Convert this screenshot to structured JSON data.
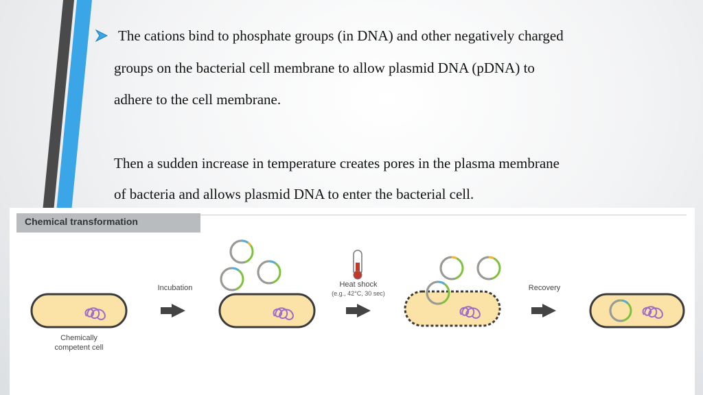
{
  "slide": {
    "bullet_symbol": "arrow-bullet-icon",
    "line1": "The cations bind to phosphate groups (in DNA) and other negatively charged",
    "line2": "groups on the bacterial cell membrane to allow plasmid DNA (pDNA) to",
    "line3": "adhere to the cell membrane.",
    "line4": "Then a sudden increase in temperature creates pores in the plasma membrane",
    "line5": "of bacteria and allows plasmid DNA to enter the bacterial cell."
  },
  "figure": {
    "title": "Chemical transformation",
    "steps": {
      "cell_label_1": "Chemically",
      "cell_label_2": "competent cell",
      "incubation": "Incubation",
      "heat_shock": "Heat shock",
      "heat_shock_detail": "(e.g., 42°C, 30 sec)",
      "recovery": "Recovery"
    }
  },
  "colors": {
    "stripe_dark": "#4a4a4a",
    "stripe_blue": "#3aa6e8",
    "cell_fill": "#fbe3a8",
    "cell_stroke": "#3a3a3a",
    "plasmid_dna": "#9b6bc9",
    "plasmid_green": "#7fbf3f",
    "plasmid_blue": "#5ba7d9",
    "plasmid_orange": "#f2b33d"
  }
}
